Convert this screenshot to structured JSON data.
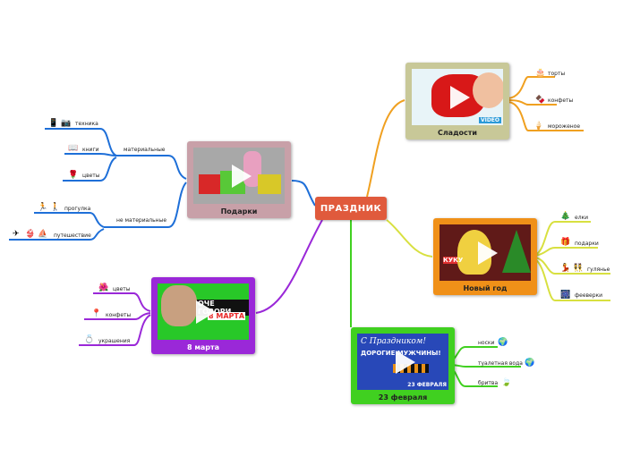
{
  "central": "ПРАЗДНИК",
  "topics": {
    "sweets": {
      "title": "Сладости",
      "thumb_text": "VIDEO",
      "items": [
        "торты",
        "конфеты",
        "мороженое"
      ]
    },
    "gifts": {
      "title": "Подарки",
      "sub_material": "материальные",
      "sub_nonmaterial": "не материальные",
      "material_items": [
        "техника",
        "книги",
        "цветы"
      ],
      "nonmaterial_items": [
        "прогулка",
        "путешествие"
      ]
    },
    "newyear": {
      "title": "Новый год",
      "thumb_text": "КУКУ",
      "items": [
        "елки",
        "подарки",
        "гулянье",
        "фееверки"
      ]
    },
    "march8": {
      "title": "8 марта",
      "thumb_text_1": "ОЧЕ ГОВОРИ",
      "thumb_text_2": "8 МАРТА",
      "items": [
        "цветы",
        "конфеты",
        "украшения"
      ]
    },
    "feb23": {
      "title": "23 февраля",
      "thumb_text_1": "С Праздником!",
      "thumb_text_2": "ДОРОГИЕ МУЖЧИНЫ!",
      "thumb_text_3": "23 ФЕВРАЛЯ",
      "items": [
        "носки",
        "туалетная вода",
        "бритва"
      ]
    }
  },
  "colors": {
    "central": "#e05a3c",
    "sweets": "#f0a020",
    "gifts": "#1e6fd8",
    "newyear": "#d8e040",
    "march8": "#9a28d8",
    "feb23": "#40d020"
  },
  "icons": {
    "cake": "cake-icon",
    "candy": "chocolate-icon",
    "icecream": "ice-cream-icon",
    "tree": "christmas-tree-icon",
    "gift": "gift-icon",
    "dance": "dancing-icon",
    "fireworks": "fireworks-icon",
    "phone": "phone-icon",
    "book": "book-icon",
    "rose": "rose-icon",
    "walk": "walking-icon",
    "plane": "plane-icon",
    "flower": "flower-icon",
    "pin": "pushpin-icon",
    "ring": "ring-icon",
    "globe": "globe-icon",
    "leaf": "leaf-icon"
  }
}
